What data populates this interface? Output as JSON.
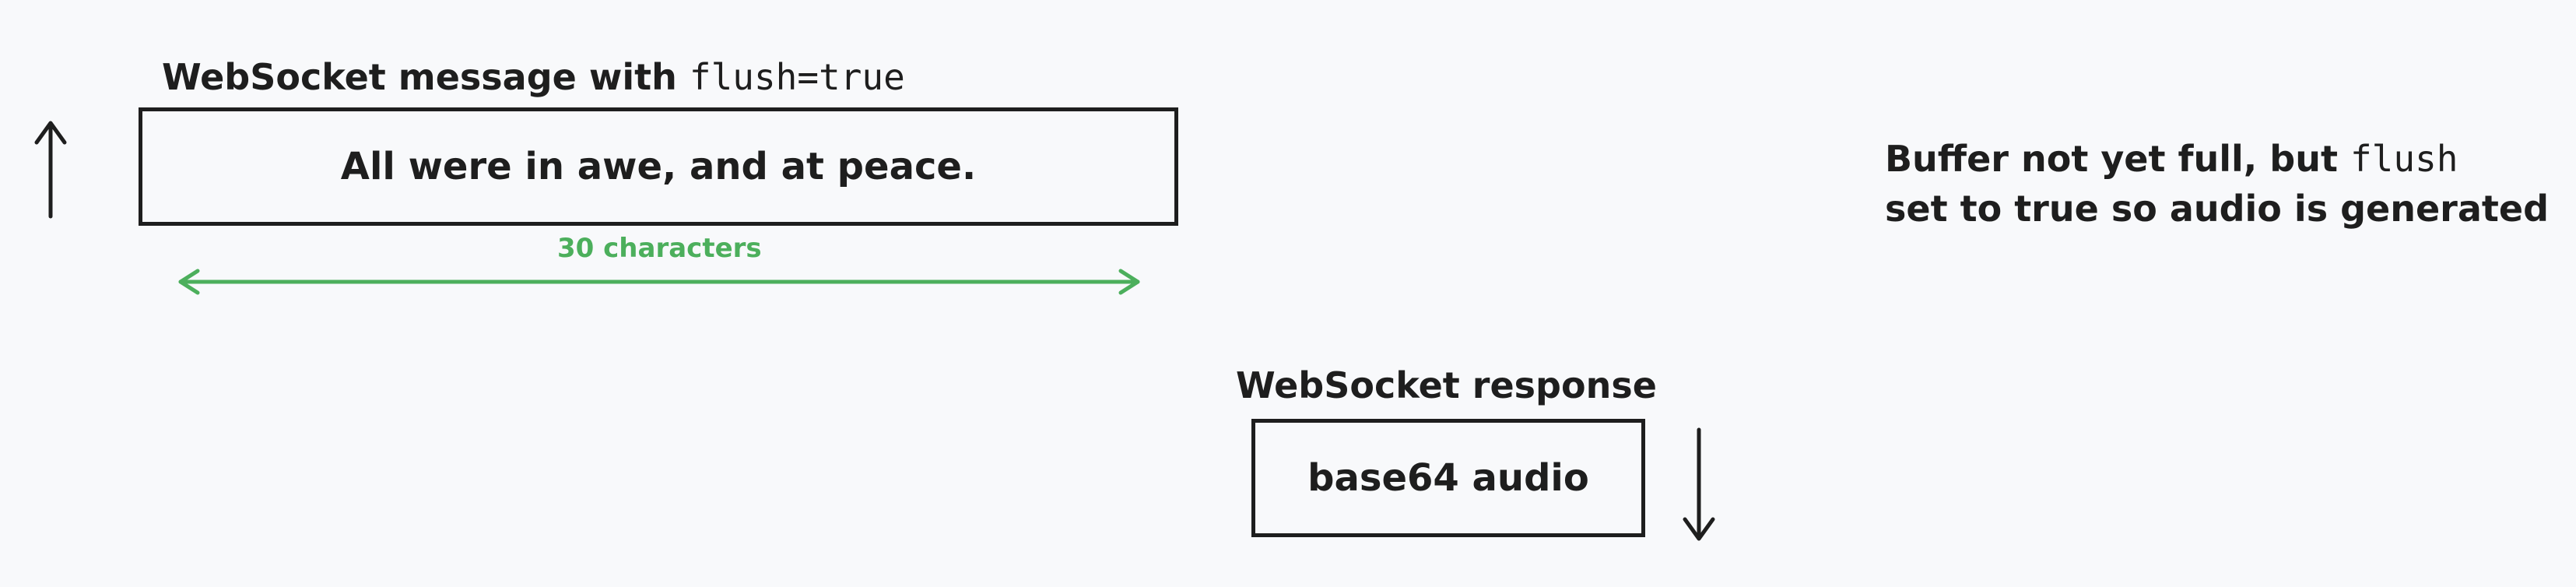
{
  "request": {
    "title_prefix": "WebSocket message with ",
    "title_code": "flush=true",
    "box_text": "All were in awe, and at peace.",
    "length_label": "30 characters"
  },
  "response": {
    "title": "WebSocket response",
    "box_text": "base64 audio"
  },
  "note": {
    "line1_prefix": "Buffer not yet full, but ",
    "line1_code": "flush",
    "line2": "set to true so audio is generated"
  },
  "colors": {
    "stroke": "#1e1e1e",
    "measure": "#4caf5c",
    "background": "#f8f9fb"
  }
}
